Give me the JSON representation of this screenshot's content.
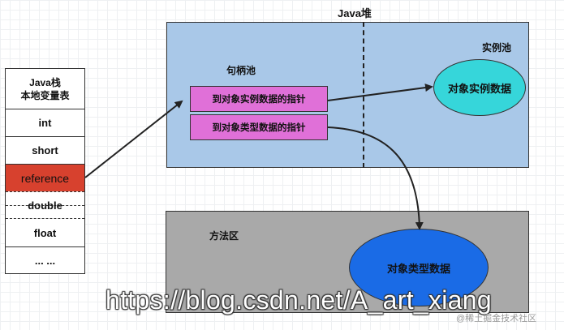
{
  "heap": {
    "title": "Java堆",
    "handle_pool_label": "句柄池",
    "instance_pool_label": "实例池",
    "pointer_instance": "到对象实例数据的指针",
    "pointer_type": "到对象类型数据的指针",
    "instance_data": "对象实例数据"
  },
  "method_area": {
    "label": "方法区",
    "type_data": "对象类型数据"
  },
  "stack": {
    "title_line1": "Java栈",
    "title_line2": "本地变量表",
    "slots": [
      "int",
      "short",
      "reference",
      "double",
      "float",
      "... ..."
    ]
  },
  "watermark": {
    "url": "https://blog.csdn.net/A_art_xiang",
    "community": "@稀土掘金技术社区"
  },
  "colors": {
    "heap": "#a9c8e8",
    "pointer": "#e070d8",
    "instance": "#36d6da",
    "method_area": "#a9a9a9",
    "type_data": "#1a6be6",
    "reference": "#d7412e"
  }
}
